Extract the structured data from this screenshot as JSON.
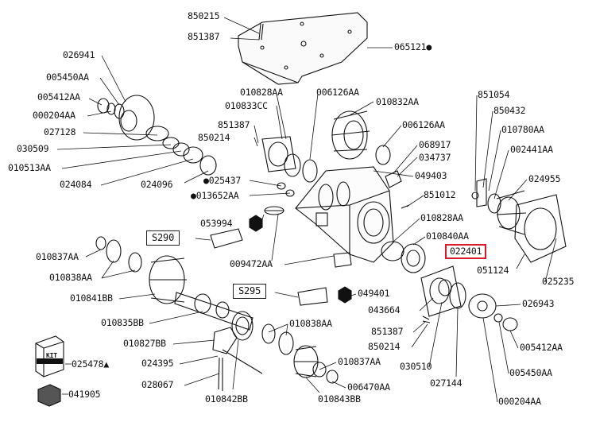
{
  "diagram": {
    "highlighted_part": "022401",
    "callout_boxes": [
      "S290",
      "S295"
    ],
    "legend": {
      "kit_text": "KIT",
      "kit_code": "025478",
      "kit_marker": "▲",
      "pack_code": "041905"
    },
    "labels": [
      "850215",
      "851387",
      "065121●",
      "026941",
      "005450AA",
      "005412AA",
      "000204AA",
      "027128",
      "030509",
      "010513AA",
      "024084",
      "024096",
      "010828AA",
      "010833CC",
      "006126AA",
      "010832AA",
      "851387",
      "850214",
      "006126AA",
      "068917",
      "034737",
      "049403",
      "●025437",
      "●013652AA",
      "851012",
      "053994",
      "010828AA",
      "010840AA",
      "009472AA",
      "851054",
      "850432",
      "010780AA",
      "002441AA",
      "024955",
      "051124",
      "025235",
      "010837AA",
      "010838AA",
      "010841BB",
      "010835BB",
      "010827BB",
      "024395",
      "028067",
      "010842BB",
      "010838AA",
      "010843BB",
      "010837AA",
      "006470AA",
      "049401",
      "043664",
      "851387",
      "850214",
      "030510",
      "027144",
      "026943",
      "005412AA",
      "005450AA",
      "000204AA"
    ]
  }
}
